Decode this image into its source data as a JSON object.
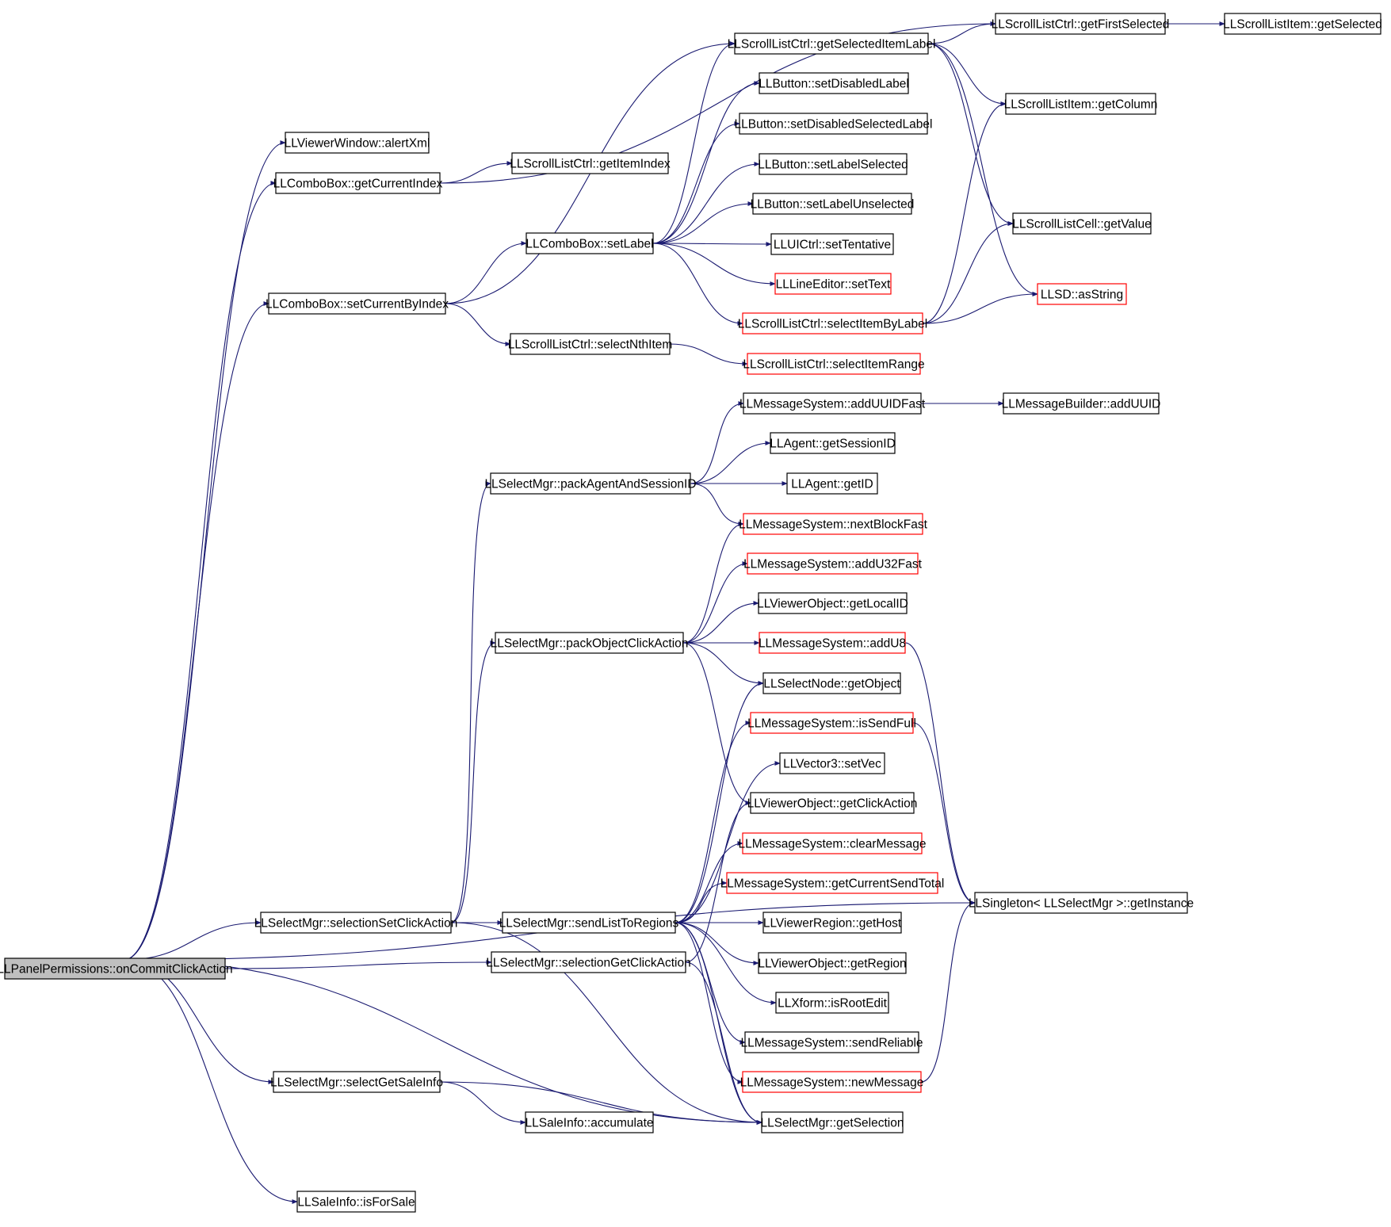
{
  "colors": {
    "edge": "#191970",
    "node_border": "#000000",
    "node_border_truncated": "#ff0000",
    "root_fill": "#bfbfbf",
    "node_fill": "#ffffff"
  },
  "nodes": [
    {
      "id": "root",
      "label": "LLPanelPermissions::onCommitClickAction",
      "style": "root"
    },
    {
      "id": "alertXml",
      "label": "LLViewerWindow::alertXml",
      "style": "normal"
    },
    {
      "id": "getCurrentIndex",
      "label": "LLComboBox::getCurrentIndex",
      "style": "normal"
    },
    {
      "id": "getItemIndex",
      "label": "LLScrollListCtrl::getItemIndex",
      "style": "normal"
    },
    {
      "id": "setCurrentByIndex",
      "label": "LLComboBox::setCurrentByIndex",
      "style": "normal"
    },
    {
      "id": "cbSetLabel",
      "label": "LLComboBox::setLabel",
      "style": "normal"
    },
    {
      "id": "selectNthItem",
      "label": "LLScrollListCtrl::selectNthItem",
      "style": "normal"
    },
    {
      "id": "selectItemRange",
      "label": "LLScrollListCtrl::selectItemRange",
      "style": "truncated"
    },
    {
      "id": "getSelectedItemLabel",
      "label": "LLScrollListCtrl::getSelectedItemLabel",
      "style": "normal"
    },
    {
      "id": "getFirstSelected",
      "label": "LLScrollListCtrl::getFirstSelected",
      "style": "normal"
    },
    {
      "id": "itemGetSelected",
      "label": "LLScrollListItem::getSelected",
      "style": "normal"
    },
    {
      "id": "getColumn",
      "label": "LLScrollListItem::getColumn",
      "style": "normal"
    },
    {
      "id": "cellGetValue",
      "label": "LLScrollListCell::getValue",
      "style": "normal"
    },
    {
      "id": "asString",
      "label": "LLSD::asString",
      "style": "truncated"
    },
    {
      "id": "setDisabledLabel",
      "label": "LLButton::setDisabledLabel",
      "style": "normal"
    },
    {
      "id": "setDisabledSelectedLabel",
      "label": "LLButton::setDisabledSelectedLabel",
      "style": "normal"
    },
    {
      "id": "setLabelSelected",
      "label": "LLButton::setLabelSelected",
      "style": "normal"
    },
    {
      "id": "setLabelUnselected",
      "label": "LLButton::setLabelUnselected",
      "style": "normal"
    },
    {
      "id": "setTentative",
      "label": "LLUICtrl::setTentative",
      "style": "normal"
    },
    {
      "id": "leSetText",
      "label": "LLLineEditor::setText",
      "style": "truncated"
    },
    {
      "id": "selectItemByLabel",
      "label": "LLScrollListCtrl::selectItemByLabel",
      "style": "truncated"
    },
    {
      "id": "addUUIDFast",
      "label": "LLMessageSystem::addUUIDFast",
      "style": "normal"
    },
    {
      "id": "mbAddUUID",
      "label": "LLMessageBuilder::addUUID",
      "style": "normal"
    },
    {
      "id": "getSessionID",
      "label": "LLAgent::getSessionID",
      "style": "normal"
    },
    {
      "id": "packAgentAndSessionID",
      "label": "LLSelectMgr::packAgentAndSessionID",
      "style": "normal"
    },
    {
      "id": "agentGetID",
      "label": "LLAgent::getID",
      "style": "normal"
    },
    {
      "id": "nextBlockFast",
      "label": "LLMessageSystem::nextBlockFast",
      "style": "truncated"
    },
    {
      "id": "addU32Fast",
      "label": "LLMessageSystem::addU32Fast",
      "style": "truncated"
    },
    {
      "id": "getLocalID",
      "label": "LLViewerObject::getLocalID",
      "style": "normal"
    },
    {
      "id": "packObjectClickAction",
      "label": "LLSelectMgr::packObjectClickAction",
      "style": "normal"
    },
    {
      "id": "addU8",
      "label": "LLMessageSystem::addU8",
      "style": "truncated"
    },
    {
      "id": "nodeGetObject",
      "label": "LLSelectNode::getObject",
      "style": "normal"
    },
    {
      "id": "isSendFull",
      "label": "LLMessageSystem::isSendFull",
      "style": "truncated"
    },
    {
      "id": "setVec",
      "label": "LLVector3::setVec",
      "style": "normal"
    },
    {
      "id": "getClickAction",
      "label": "LLViewerObject::getClickAction",
      "style": "normal"
    },
    {
      "id": "clearMessage",
      "label": "LLMessageSystem::clearMessage",
      "style": "truncated"
    },
    {
      "id": "getCurrentSendTotal",
      "label": "LLMessageSystem::getCurrentSendTotal",
      "style": "truncated"
    },
    {
      "id": "getInstance",
      "label": "LLSingleton< LLSelectMgr >::getInstance",
      "style": "normal"
    },
    {
      "id": "selectionSetClickAction",
      "label": "LLSelectMgr::selectionSetClickAction",
      "style": "normal"
    },
    {
      "id": "sendListToRegions",
      "label": "LLSelectMgr::sendListToRegions",
      "style": "normal"
    },
    {
      "id": "getHost",
      "label": "LLViewerRegion::getHost",
      "style": "normal"
    },
    {
      "id": "selectionGetClickAction",
      "label": "LLSelectMgr::selectionGetClickAction",
      "style": "normal"
    },
    {
      "id": "getRegion",
      "label": "LLViewerObject::getRegion",
      "style": "normal"
    },
    {
      "id": "isRootEdit",
      "label": "LLXform::isRootEdit",
      "style": "normal"
    },
    {
      "id": "sendReliable",
      "label": "LLMessageSystem::sendReliable",
      "style": "normal"
    },
    {
      "id": "newMessage",
      "label": "LLMessageSystem::newMessage",
      "style": "truncated"
    },
    {
      "id": "selectGetSaleInfo",
      "label": "LLSelectMgr::selectGetSaleInfo",
      "style": "normal"
    },
    {
      "id": "getSelection",
      "label": "LLSelectMgr::getSelection",
      "style": "normal"
    },
    {
      "id": "accumulate",
      "label": "LLSaleInfo::accumulate",
      "style": "normal"
    },
    {
      "id": "isForSale",
      "label": "LLSaleInfo::isForSale",
      "style": "normal"
    }
  ],
  "edges": [
    [
      "root",
      "alertXml"
    ],
    [
      "root",
      "getCurrentIndex"
    ],
    [
      "root",
      "setCurrentByIndex"
    ],
    [
      "root",
      "selectionSetClickAction"
    ],
    [
      "root",
      "selectionGetClickAction"
    ],
    [
      "root",
      "getSelection"
    ],
    [
      "root",
      "selectGetSaleInfo"
    ],
    [
      "root",
      "isForSale"
    ],
    [
      "root",
      "getInstance"
    ],
    [
      "getCurrentIndex",
      "getItemIndex"
    ],
    [
      "getCurrentIndex",
      "getFirstSelected"
    ],
    [
      "setCurrentByIndex",
      "cbSetLabel"
    ],
    [
      "setCurrentByIndex",
      "selectNthItem"
    ],
    [
      "setCurrentByIndex",
      "getSelectedItemLabel"
    ],
    [
      "selectNthItem",
      "selectItemRange"
    ],
    [
      "cbSetLabel",
      "getSelectedItemLabel"
    ],
    [
      "cbSetLabel",
      "setDisabledLabel"
    ],
    [
      "cbSetLabel",
      "setDisabledSelectedLabel"
    ],
    [
      "cbSetLabel",
      "setLabelSelected"
    ],
    [
      "cbSetLabel",
      "setLabelUnselected"
    ],
    [
      "cbSetLabel",
      "setTentative"
    ],
    [
      "cbSetLabel",
      "leSetText"
    ],
    [
      "cbSetLabel",
      "selectItemByLabel"
    ],
    [
      "getSelectedItemLabel",
      "getFirstSelected"
    ],
    [
      "getSelectedItemLabel",
      "getColumn"
    ],
    [
      "getSelectedItemLabel",
      "cellGetValue"
    ],
    [
      "getSelectedItemLabel",
      "asString"
    ],
    [
      "getFirstSelected",
      "itemGetSelected"
    ],
    [
      "selectItemByLabel",
      "getColumn"
    ],
    [
      "selectItemByLabel",
      "cellGetValue"
    ],
    [
      "selectItemByLabel",
      "asString"
    ],
    [
      "selectionSetClickAction",
      "packAgentAndSessionID"
    ],
    [
      "selectionSetClickAction",
      "packObjectClickAction"
    ],
    [
      "selectionSetClickAction",
      "sendListToRegions"
    ],
    [
      "selectionSetClickAction",
      "getSelection"
    ],
    [
      "packAgentAndSessionID",
      "addUUIDFast"
    ],
    [
      "packAgentAndSessionID",
      "getSessionID"
    ],
    [
      "packAgentAndSessionID",
      "agentGetID"
    ],
    [
      "packAgentAndSessionID",
      "nextBlockFast"
    ],
    [
      "addUUIDFast",
      "mbAddUUID"
    ],
    [
      "packObjectClickAction",
      "nextBlockFast"
    ],
    [
      "packObjectClickAction",
      "addU32Fast"
    ],
    [
      "packObjectClickAction",
      "getLocalID"
    ],
    [
      "packObjectClickAction",
      "addU8"
    ],
    [
      "packObjectClickAction",
      "nodeGetObject"
    ],
    [
      "packObjectClickAction",
      "getClickAction"
    ],
    [
      "addU8",
      "getInstance"
    ],
    [
      "isSendFull",
      "getInstance"
    ],
    [
      "newMessage",
      "getInstance"
    ],
    [
      "sendListToRegions",
      "nodeGetObject"
    ],
    [
      "sendListToRegions",
      "isSendFull"
    ],
    [
      "sendListToRegions",
      "setVec"
    ],
    [
      "sendListToRegions",
      "clearMessage"
    ],
    [
      "sendListToRegions",
      "getCurrentSendTotal"
    ],
    [
      "sendListToRegions",
      "getHost"
    ],
    [
      "sendListToRegions",
      "getRegion"
    ],
    [
      "sendListToRegions",
      "isRootEdit"
    ],
    [
      "sendListToRegions",
      "sendReliable"
    ],
    [
      "sendListToRegions",
      "newMessage"
    ],
    [
      "sendListToRegions",
      "getSelection"
    ],
    [
      "selectionGetClickAction",
      "getClickAction"
    ],
    [
      "selectionGetClickAction",
      "getSelection"
    ],
    [
      "selectGetSaleInfo",
      "getSelection"
    ],
    [
      "selectGetSaleInfo",
      "accumulate"
    ]
  ]
}
